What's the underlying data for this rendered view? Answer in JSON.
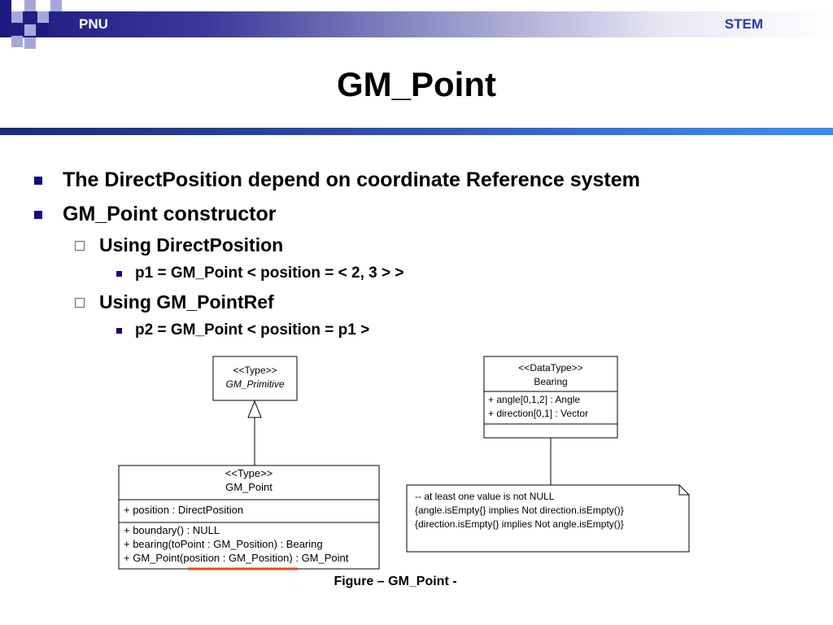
{
  "header": {
    "left_label": "PNU",
    "right_label": "STEM"
  },
  "slide": {
    "title": "GM_Point",
    "bullets": [
      {
        "text": "The DirectPosition depend on coordinate Reference system"
      },
      {
        "text": "GM_Point constructor",
        "sub": [
          {
            "text": "Using DirectPosition",
            "sub": [
              {
                "text": "p1 = GM_Point < position  = < 2, 3 > >"
              }
            ]
          },
          {
            "text": "Using GM_PointRef",
            "sub": [
              {
                "text": "p2 = GM_Point < position  = p1 >"
              }
            ]
          }
        ]
      }
    ]
  },
  "diagram": {
    "gm_primitive": {
      "stereotype": "<<Type>>",
      "name": "GM_Primitive"
    },
    "gm_point": {
      "stereotype": "<<Type>>",
      "name": "GM_Point",
      "attributes": [
        "+ position : DirectPosition"
      ],
      "operations": [
        "+ boundary() : NULL",
        "+ bearing(toPoint : GM_Position) : Bearing",
        "+ GM_Point(position : GM_Position) : GM_Point"
      ]
    },
    "bearing": {
      "stereotype": "<<DataType>>",
      "name": "Bearing",
      "attributes": [
        "+ angle[0,1,2] : Angle",
        "+ direction[0,1] : Vector"
      ]
    },
    "note": {
      "lines": [
        "-- at least one value is not NULL",
        "{angle.isEmpty{} implies Not direction.isEmpty()}",
        "{direction.isEmpty{} implies Not angle.isEmpty()}"
      ]
    },
    "highlight_color": "#e8461e"
  },
  "caption": "Figure – GM_Point -"
}
